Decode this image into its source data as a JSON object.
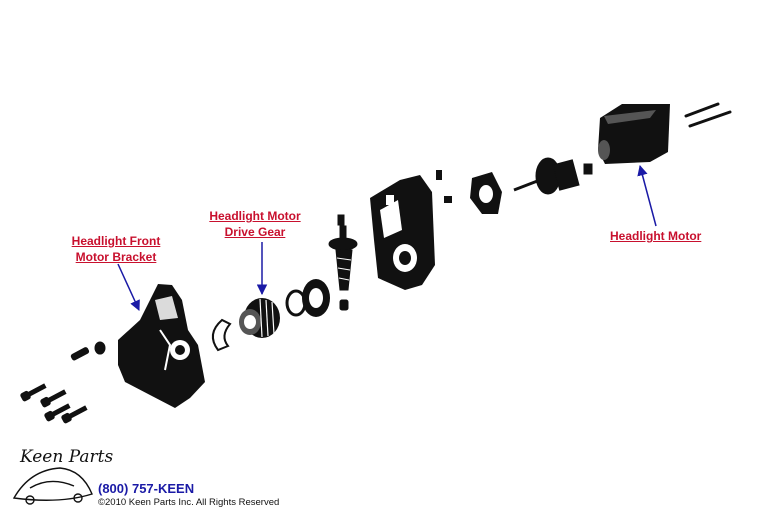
{
  "callouts": {
    "bracket": {
      "line1": "Headlight Front",
      "line2": "Motor Bracket"
    },
    "gear": {
      "line1": "Headlight Motor",
      "line2": "Drive Gear"
    },
    "motor": {
      "line1": "Headlight Motor"
    }
  },
  "footer": {
    "logo_text": "Keen Parts",
    "phone": "(800) 757-KEEN",
    "copyright": "©2010 Keen Parts Inc. All Rights Reserved"
  },
  "colors": {
    "callout_text": "#c8102e",
    "arrow": "#1a1aa6",
    "parts": "#111111"
  }
}
